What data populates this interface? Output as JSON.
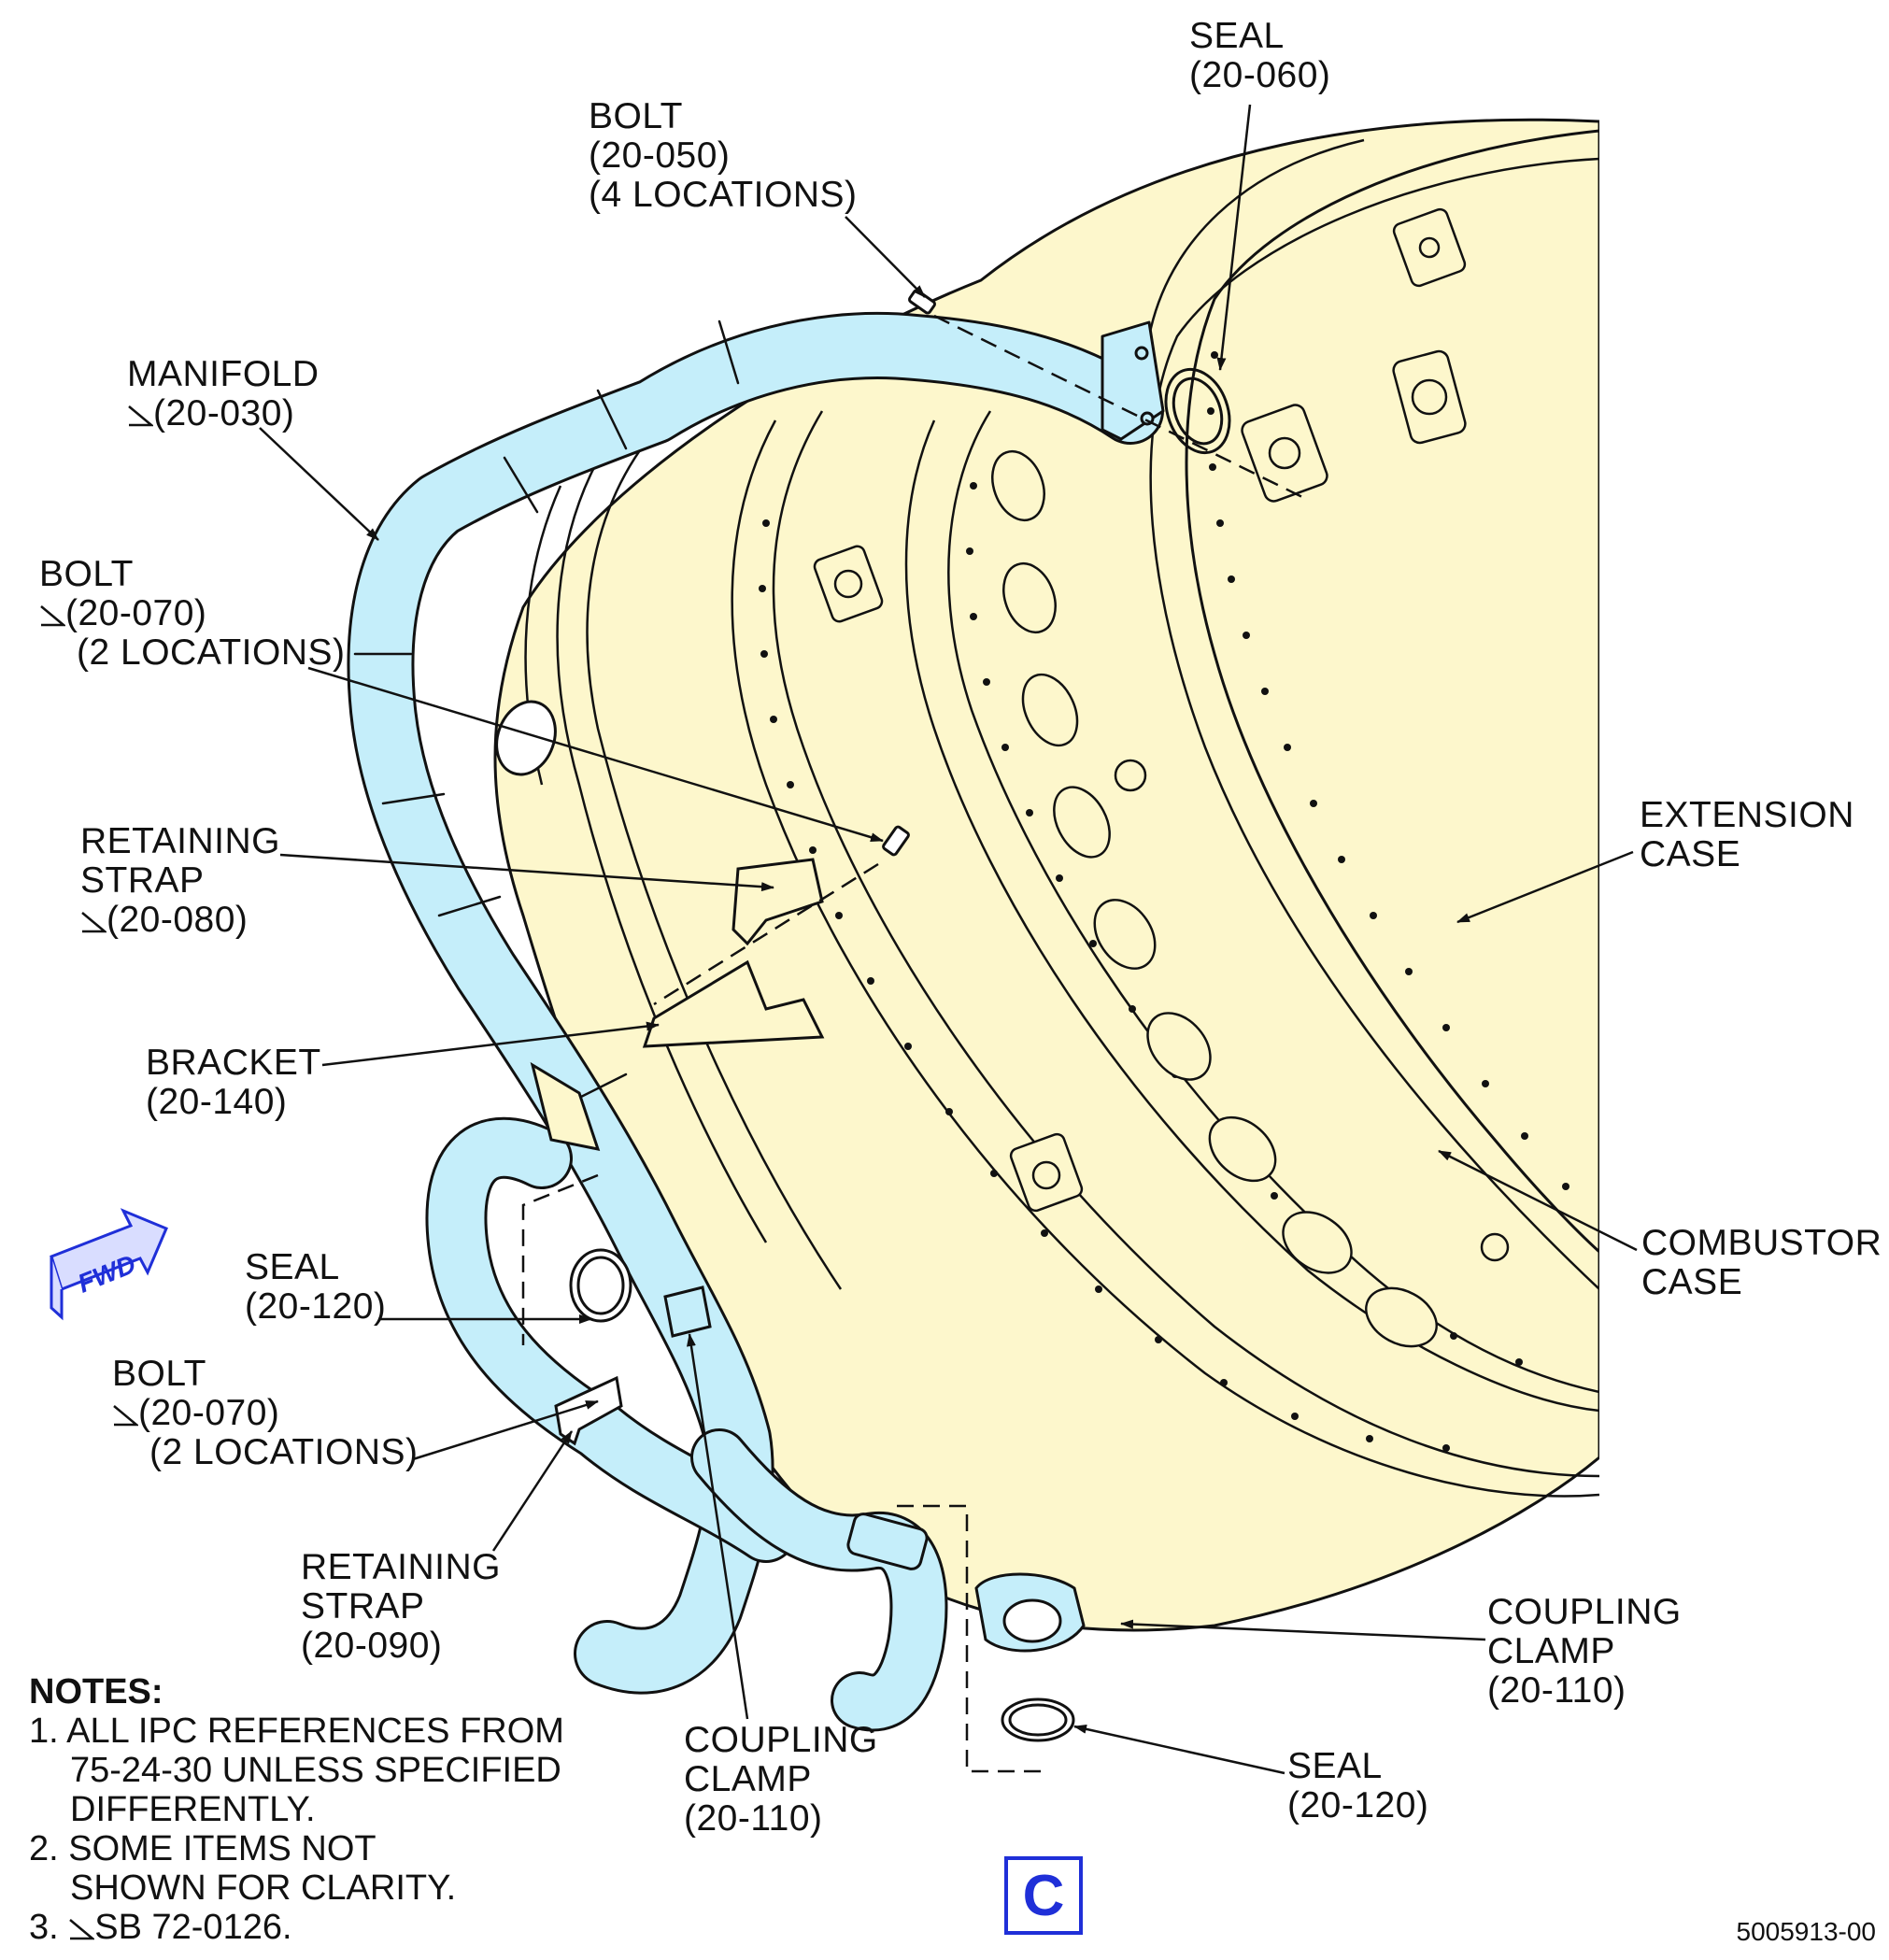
{
  "labels": {
    "seal_060": {
      "name": "SEAL",
      "ref": "(20-060)"
    },
    "bolt_050": {
      "name": "BOLT",
      "ref": "(20-050)",
      "qty": "(4 LOCATIONS)"
    },
    "manifold": {
      "name": "MANIFOLD",
      "ref": "(20-030)"
    },
    "bolt_070_upper": {
      "name": "BOLT",
      "ref": "(20-070)",
      "qty": "(2 LOCATIONS)"
    },
    "retaining_strap_080": {
      "line1": "RETAINING",
      "line2": "STRAP",
      "ref": "(20-080)"
    },
    "bracket_140": {
      "name": "BRACKET",
      "ref": "(20-140)"
    },
    "seal_120_left": {
      "name": "SEAL",
      "ref": "(20-120)"
    },
    "bolt_070_lower": {
      "name": "BOLT",
      "ref": "(20-070)",
      "qty": "(2 LOCATIONS)"
    },
    "retaining_strap_090": {
      "line1": "RETAINING",
      "line2": "STRAP",
      "ref": "(20-090)"
    },
    "coupling_clamp_left": {
      "line1": "COUPLING",
      "line2": "CLAMP",
      "ref": "(20-110)"
    },
    "coupling_clamp_right": {
      "line1": "COUPLING",
      "line2": "CLAMP",
      "ref": "(20-110)"
    },
    "seal_120_right": {
      "name": "SEAL",
      "ref": "(20-120)"
    },
    "extension_case": {
      "line1": "EXTENSION",
      "line2": "CASE"
    },
    "combustor_case": {
      "line1": "COMBUSTOR",
      "line2": "CASE"
    }
  },
  "fwd_indicator": "FWD",
  "notes": {
    "heading": "NOTES:",
    "items": [
      [
        "1. ALL IPC REFERENCES FROM",
        "75-24-30 UNLESS SPECIFIED",
        "DIFFERENTLY."
      ],
      [
        "2. SOME ITEMS NOT",
        "SHOWN FOR CLARITY."
      ],
      [
        "3.",
        "SB 72-0126."
      ]
    ]
  },
  "view_callout": "C",
  "drawing_number": "5005913-00",
  "colors": {
    "case_fill": "#fdf7cc",
    "manifold_fill": "#c5eefa",
    "callout_blue": "#1f2fd8",
    "fwd_fill": "#d9ddff"
  }
}
